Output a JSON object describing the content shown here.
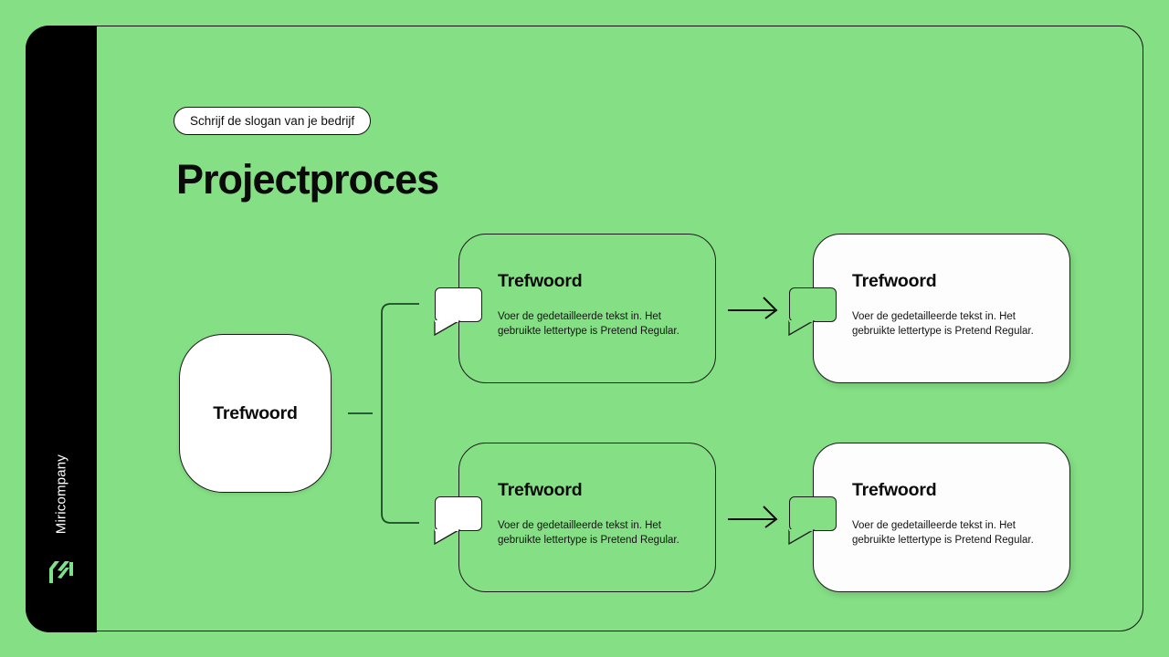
{
  "slide": {
    "background_color": "#85e085",
    "frame_border_color": "#0d0d0d"
  },
  "sidebar": {
    "background_color": "#000000",
    "brand_name": "Miricompany",
    "logo_icon": "miri-logo-icon",
    "logo_color": "#7ee08a"
  },
  "header": {
    "slogan": "Schrijf de slogan van je bedrijf",
    "title": "Projectproces"
  },
  "diagram": {
    "root": {
      "title": "Trefwoord"
    },
    "steps": [
      {
        "id": "a",
        "title": "Trefwoord",
        "description": "Voer de gedetailleerde tekst in. Het gebruikte lettertype is Pretend Regular.",
        "style": "outline",
        "badge_style": "white"
      },
      {
        "id": "b",
        "title": "Trefwoord",
        "description": "Voer de gedetailleerde tekst in. Het gebruikte lettertype is Pretend Regular.",
        "style": "filled",
        "badge_style": "green"
      },
      {
        "id": "c",
        "title": "Trefwoord",
        "description": "Voer de gedetailleerde tekst in. Het gebruikte lettertype is Pretend Regular.",
        "style": "outline",
        "badge_style": "white"
      },
      {
        "id": "d",
        "title": "Trefwoord",
        "description": "Voer de gedetailleerde tekst in. Het gebruikte lettertype is Pretend Regular.",
        "style": "filled",
        "badge_style": "green"
      }
    ],
    "connector_color": "#1b4a26",
    "arrow_color": "#0d0d0d"
  }
}
